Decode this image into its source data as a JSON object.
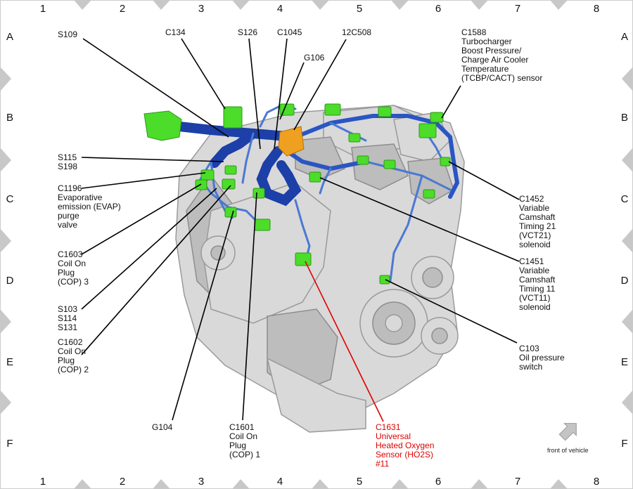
{
  "grid": {
    "columns": [
      "1",
      "2",
      "3",
      "4",
      "5",
      "6",
      "7",
      "8"
    ],
    "rows": [
      "A",
      "B",
      "C",
      "D",
      "E",
      "F"
    ]
  },
  "callouts": {
    "s109": "S109",
    "c134": "C134",
    "s126": "S126",
    "c1045": "C1045",
    "g106": "G106",
    "c12c508": "12C508",
    "c1588": [
      "C1588",
      "Turbocharger",
      "Boost Pressure/",
      "Charge Air Cooler",
      "Temperature",
      "(TCBP/CACT) sensor"
    ],
    "s115_s198": [
      "S115",
      "S198"
    ],
    "c1196": [
      "C1196",
      "Evaporative",
      "emission (EVAP)",
      "purge",
      "valve"
    ],
    "c1603": [
      "C1603",
      "Coil On",
      "Plug",
      "(COP) 3"
    ],
    "s103_s114_s131": [
      "S103",
      "S114",
      "S131"
    ],
    "c1602": [
      "C1602",
      "Coil On",
      "Plug",
      "(COP) 2"
    ],
    "g104": "G104",
    "c1601": [
      "C1601",
      "Coil On",
      "Plug",
      "(COP) 1"
    ],
    "c1631": [
      "C1631",
      "Universal",
      "Heated Oxygen",
      "Sensor (HO2S)",
      "#11"
    ],
    "c1452": [
      "C1452",
      "Variable",
      "Camshaft",
      "Timing 21",
      "(VCT21)",
      "solenoid"
    ],
    "c1451": [
      "C1451",
      "Variable",
      "Camshaft",
      "Timing 11",
      "(VCT11)",
      "solenoid"
    ],
    "c103": [
      "C103",
      "Oil pressure",
      "switch"
    ]
  },
  "front_of_vehicle": "front of vehicle",
  "colors": {
    "harness": "#1c3fa8",
    "connector": "#4cdc2a",
    "highlight": "#e00000",
    "ground_block": "#f0a020"
  }
}
